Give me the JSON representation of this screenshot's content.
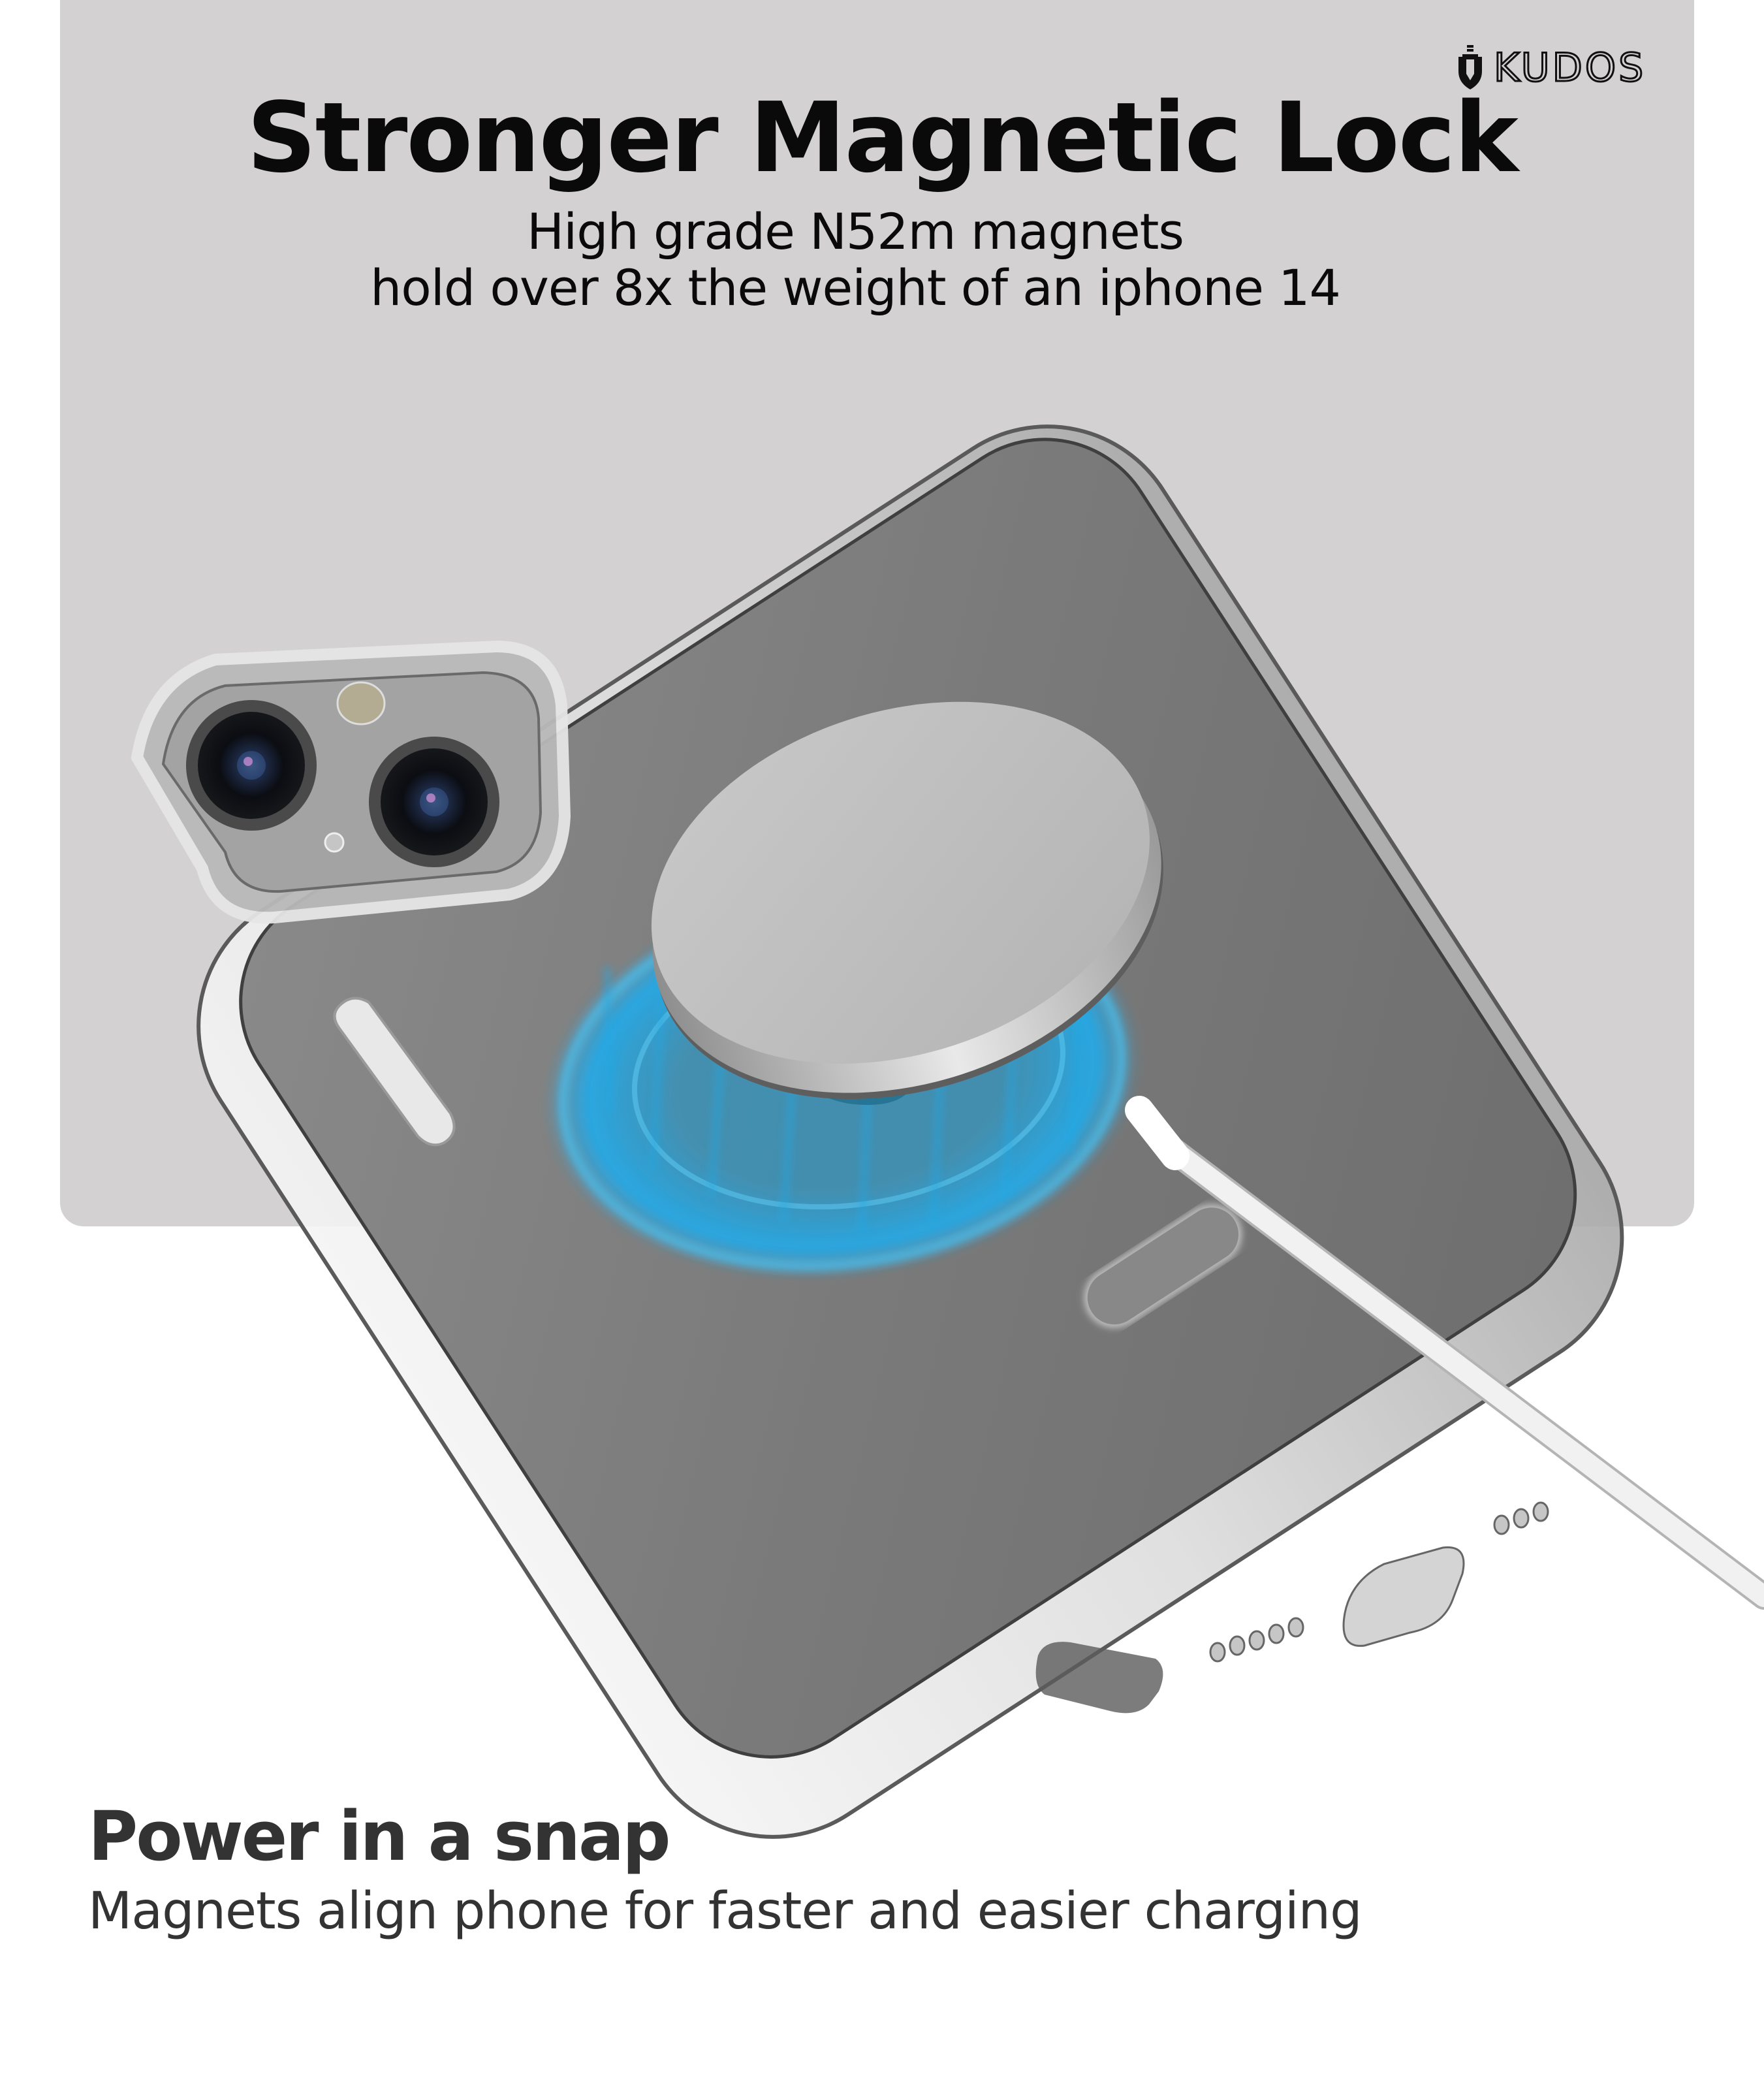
{
  "brand": {
    "name": "KUDOS",
    "logo_icon": "shield-dagger-icon"
  },
  "hero": {
    "title": "Stronger Magnetic Lock",
    "subtitle_lines": [
      "High grade N52m magnets",
      "hold over 8x the weight of an iphone 14"
    ]
  },
  "illustration": {
    "subject": "clear-magsafe-phone-case-with-wireless-charger",
    "elements": [
      "phone-case",
      "dual-camera-module",
      "magsafe-charger-puck",
      "charging-cable",
      "magnetic-ring-glow"
    ]
  },
  "feature": {
    "title": "Power in a snap",
    "description": "Magnets align phone for faster and easier charging"
  },
  "colors": {
    "panel_bg": "#d3d1d2",
    "page_bg": "#ffffff",
    "title_text": "#0a0a0a",
    "feature_text": "#333333",
    "magnet_glow": "#1fa3dc",
    "phone_back": "#7b7b7b"
  }
}
